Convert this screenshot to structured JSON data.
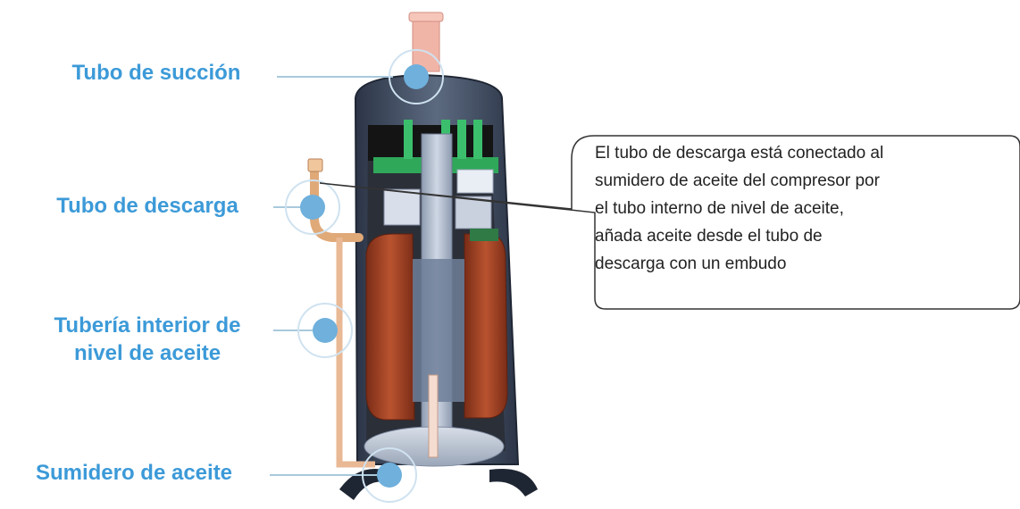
{
  "labels": {
    "suction": "Tubo de succión",
    "discharge": "Tubo de descarga",
    "oil_pipe_line1": "Tubería interior de",
    "oil_pipe_line2": "nivel de aceite",
    "sump": "Sumidero de aceite"
  },
  "callout": {
    "line1": "El tubo de descarga está conectado al",
    "line2": "sumidero de aceite del compresor por",
    "line3": "el tubo interno de nivel de aceite,",
    "line4": "añada aceite desde el tubo de",
    "line5": "descarga con un embudo"
  },
  "colors": {
    "label_blue": "#3c9ad8",
    "marker_blue": "#6fb0dc",
    "shell_dark": "#3f4a5c",
    "motor_red": "#a2442a",
    "green_part": "#2fa85a",
    "copper_pipe": "#e0a978",
    "suction_pink": "#f1b5a8"
  }
}
